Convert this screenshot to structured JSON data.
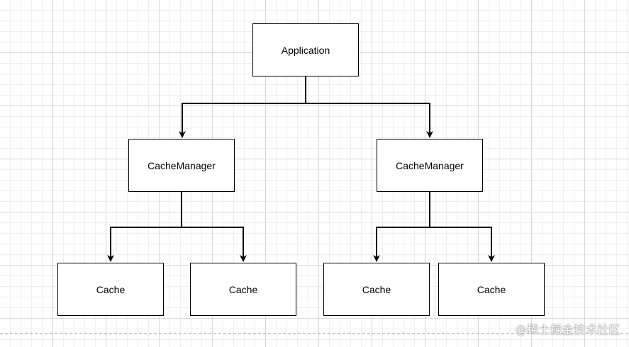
{
  "diagram": {
    "root": {
      "label": "Application"
    },
    "managers": [
      {
        "label": "CacheManager"
      },
      {
        "label": "CacheManager"
      }
    ],
    "caches": [
      {
        "label": "Cache"
      },
      {
        "label": "Cache"
      },
      {
        "label": "Cache"
      },
      {
        "label": "Cache"
      }
    ]
  },
  "watermark": "@稀土掘金技术社区",
  "colors": {
    "line": "#000000",
    "node_border": "#000000",
    "node_fill": "#ffffff",
    "grid": "#d6d6d6"
  }
}
